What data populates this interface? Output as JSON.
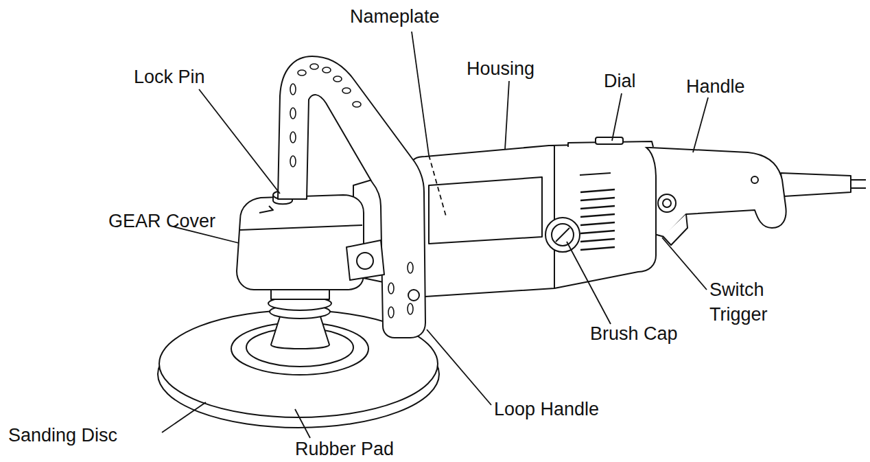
{
  "diagram": {
    "labels": [
      "Nameplate",
      "Lock Pin",
      "Housing",
      "Dial",
      "Handle",
      "GEAR Cover",
      "Switch Trigger",
      "Brush Cap",
      "Loop Handle",
      "Sanding Disc",
      "Rubber Pad"
    ]
  }
}
